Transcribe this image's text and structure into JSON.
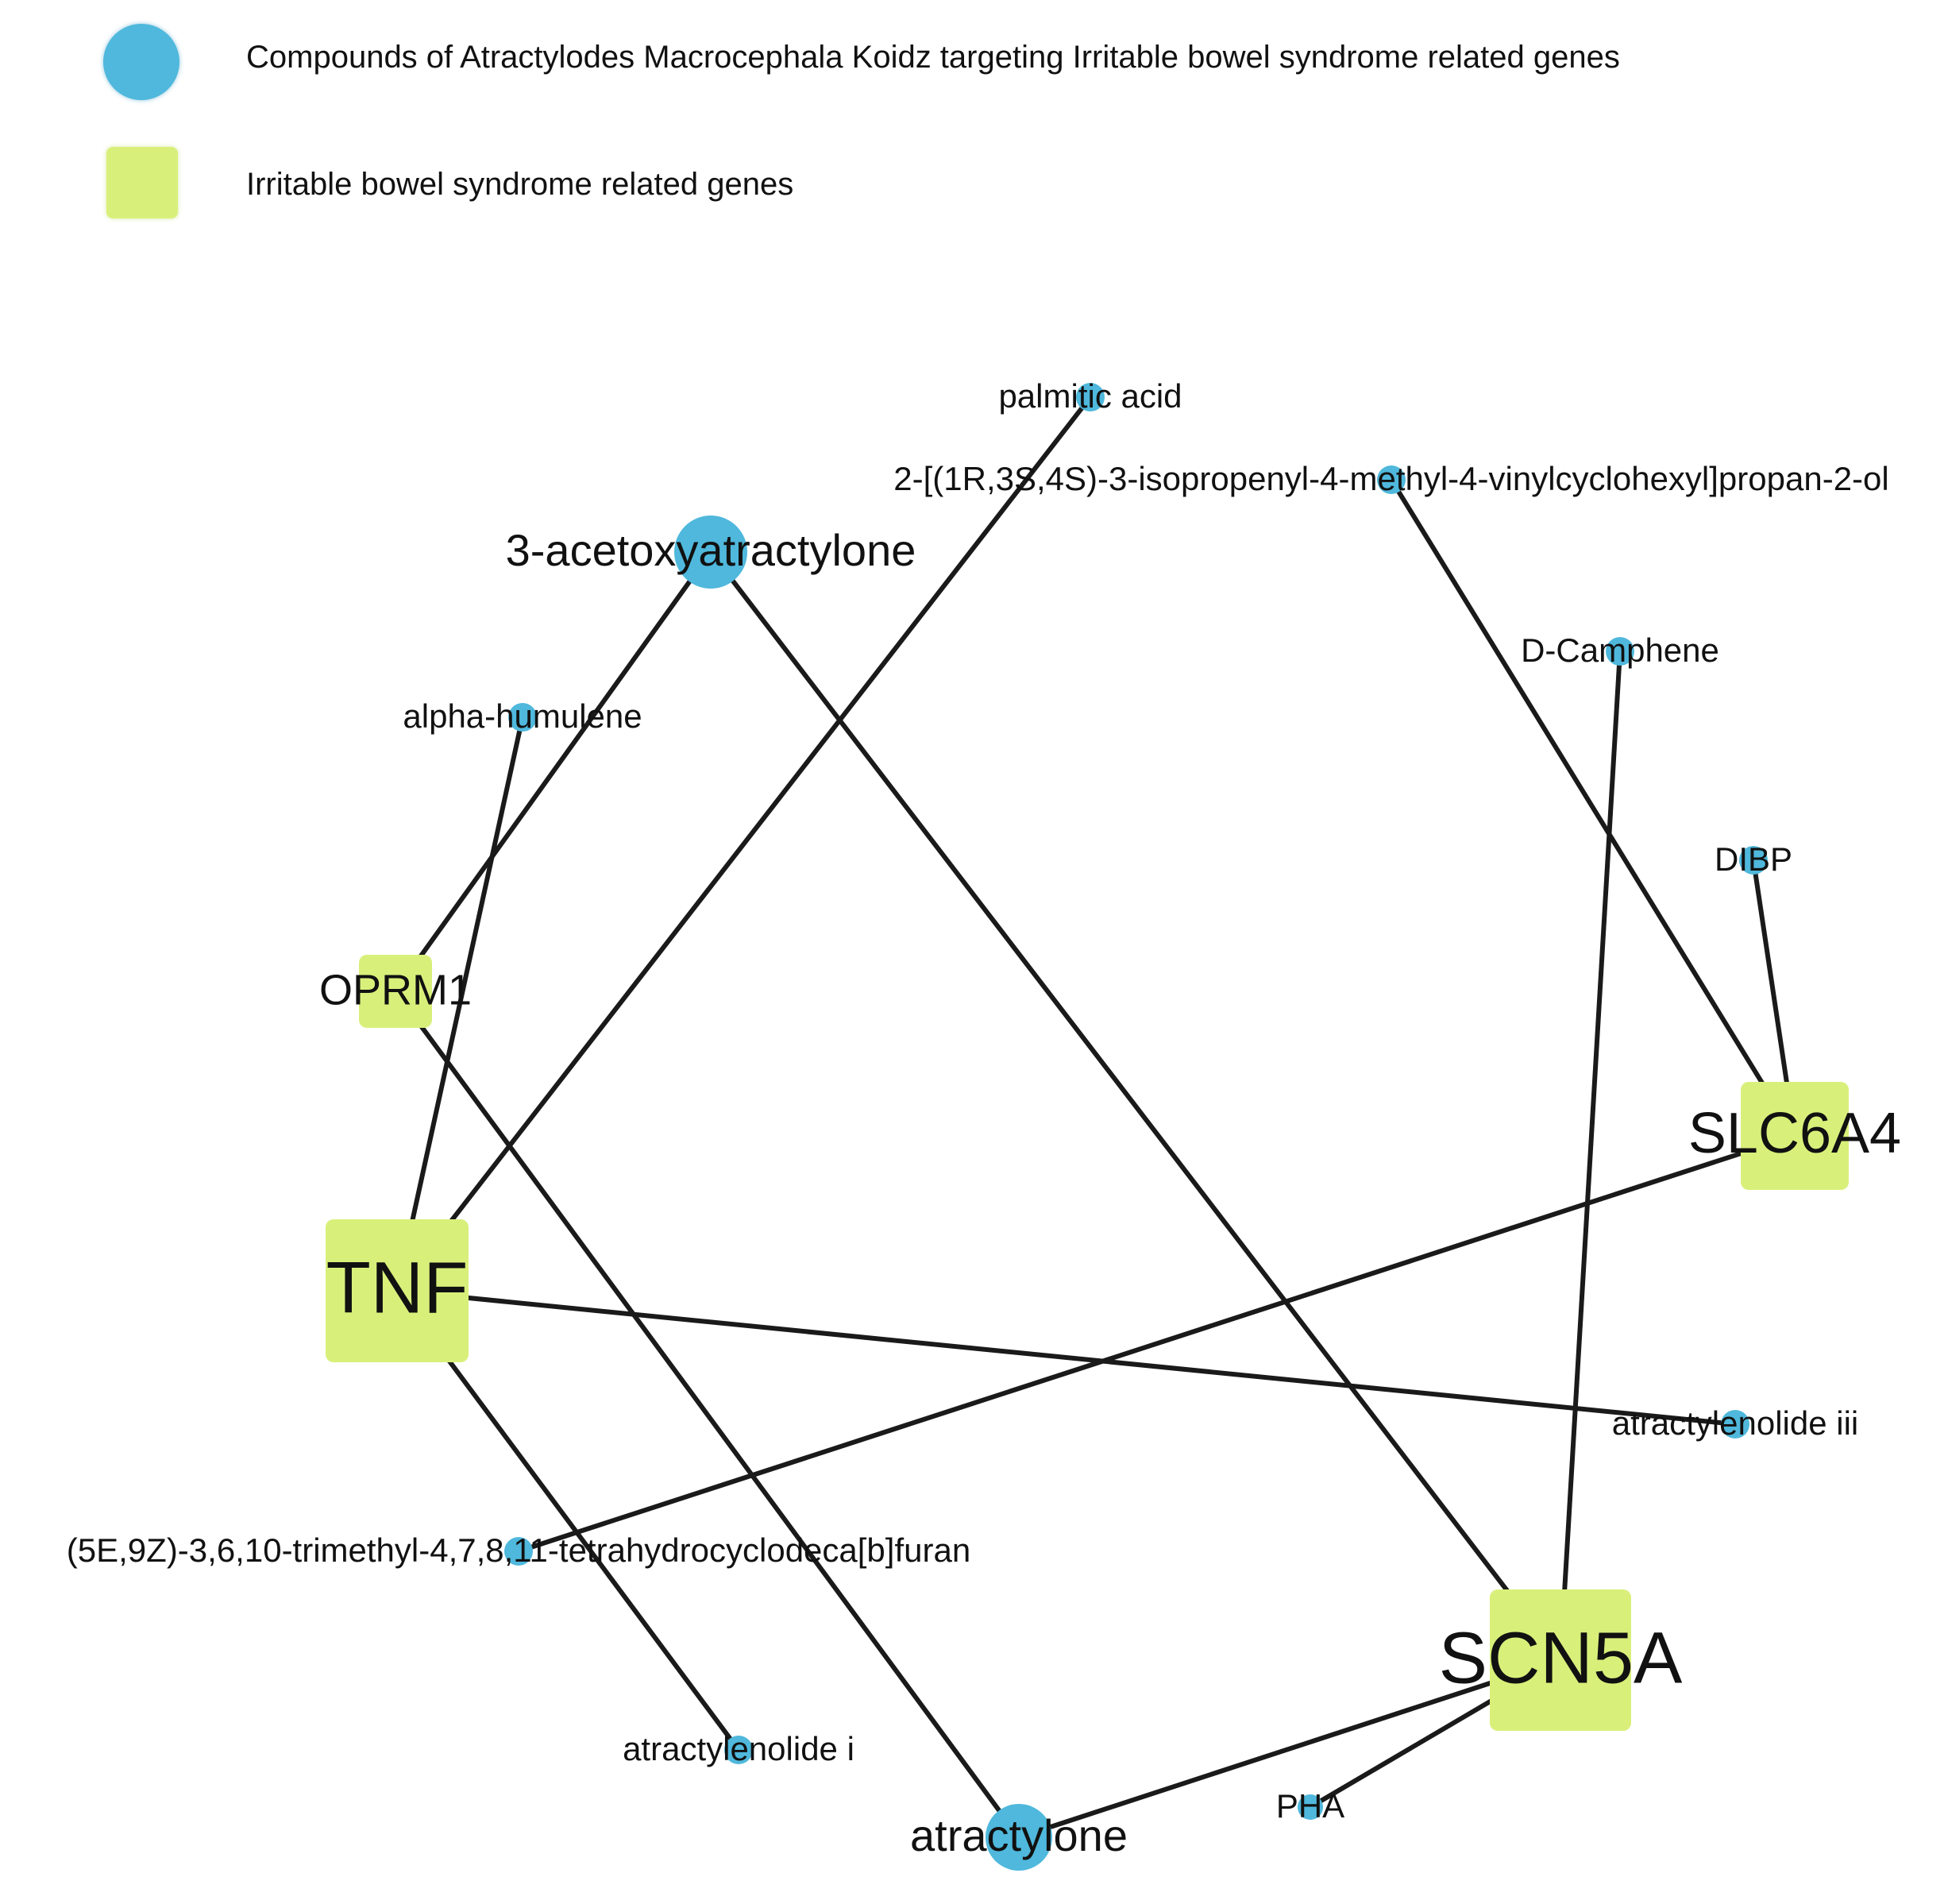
{
  "legend": {
    "compound": "Compounds of Atractylodes Macrocephala Koidz targeting Irritable bowel syndrome related genes",
    "gene": "Irritable bowel syndrome related genes"
  },
  "colors": {
    "compound": "#4fb8dc",
    "gene": "#d8f07a",
    "edge": "#1a1a1a"
  },
  "nodes": [
    {
      "id": "TNF",
      "label": "TNF",
      "kind": "gene",
      "size": "large"
    },
    {
      "id": "SCN5A",
      "label": "SCN5A",
      "kind": "gene",
      "size": "large"
    },
    {
      "id": "SLC6A4",
      "label": "SLC6A4",
      "kind": "gene",
      "size": "medium"
    },
    {
      "id": "OPRM1",
      "label": "OPRM1",
      "kind": "gene",
      "size": "small"
    },
    {
      "id": "palmitic",
      "label": "palmitic acid",
      "kind": "compound",
      "size": "small"
    },
    {
      "id": "propanol",
      "label": "2-[(1R,3S,4S)-3-isopropenyl-4-methyl-4-vinylcyclohexyl]propan-2-ol",
      "kind": "compound",
      "size": "small"
    },
    {
      "id": "acetoxy",
      "label": "3-acetoxyatractylone",
      "kind": "compound",
      "size": "large"
    },
    {
      "id": "dcamphene",
      "label": "D-Camphene",
      "kind": "compound",
      "size": "small"
    },
    {
      "id": "humulene",
      "label": "alpha-humulene",
      "kind": "compound",
      "size": "small"
    },
    {
      "id": "dibp",
      "label": "DIBP",
      "kind": "compound",
      "size": "small"
    },
    {
      "id": "atrIII",
      "label": "atractylenolide iii",
      "kind": "compound",
      "size": "small"
    },
    {
      "id": "furan",
      "label": "(5E,9Z)-3,6,10-trimethyl-4,7,8,11-tetrahydrocyclodeca[b]furan",
      "kind": "compound",
      "size": "small"
    },
    {
      "id": "atrI",
      "label": "atractylenolide i",
      "kind": "compound",
      "size": "small"
    },
    {
      "id": "atractylone",
      "label": "atractylone",
      "kind": "compound",
      "size": "large"
    },
    {
      "id": "pha",
      "label": "PHA",
      "kind": "compound",
      "size": "small"
    }
  ],
  "edges": [
    [
      "TNF",
      "palmitic"
    ],
    [
      "TNF",
      "humulene"
    ],
    [
      "TNF",
      "atrIII"
    ],
    [
      "TNF",
      "atrI"
    ],
    [
      "OPRM1",
      "acetoxy"
    ],
    [
      "OPRM1",
      "atractylone"
    ],
    [
      "SCN5A",
      "acetoxy"
    ],
    [
      "SCN5A",
      "dcamphene"
    ],
    [
      "SCN5A",
      "atractylone"
    ],
    [
      "SCN5A",
      "pha"
    ],
    [
      "SLC6A4",
      "propanol"
    ],
    [
      "SLC6A4",
      "dibp"
    ],
    [
      "SLC6A4",
      "furan"
    ]
  ]
}
